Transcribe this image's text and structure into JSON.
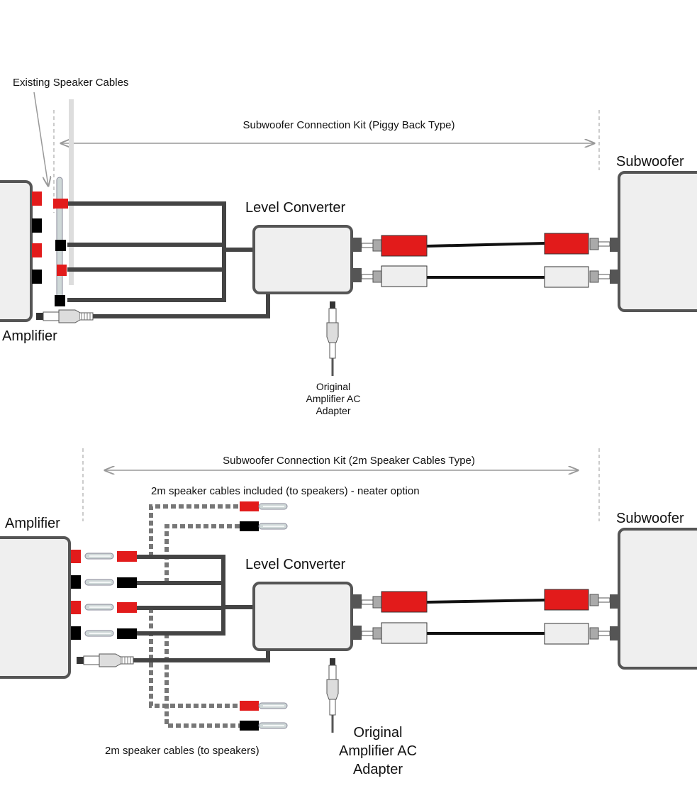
{
  "colors": {
    "red": "#e21b1b",
    "black": "#000000",
    "wire": "#444444",
    "box_fill": "#efefef",
    "box_stroke": "#555555"
  },
  "top": {
    "existing_cables_label": "Existing Speaker Cables",
    "kit_label": "Subwoofer Connection Kit (Piggy Back Type)",
    "amplifier_label": "Amplifier",
    "level_converter_label": "Level Converter",
    "subwoofer_label": "Subwoofer",
    "adapter_label": [
      "Original",
      "Amplifier AC",
      "Adapter"
    ]
  },
  "bottom": {
    "kit_label": "Subwoofer Connection Kit (2m Speaker Cables Type)",
    "included_cables_label": "2m speaker cables included (to speakers) - neater option",
    "cables_label": "2m speaker cables (to speakers)",
    "amplifier_label": "Amplifier",
    "level_converter_label": "Level Converter",
    "subwoofer_label": "Subwoofer",
    "adapter_label": [
      "Original",
      "Amplifier AC",
      "Adapter"
    ]
  }
}
